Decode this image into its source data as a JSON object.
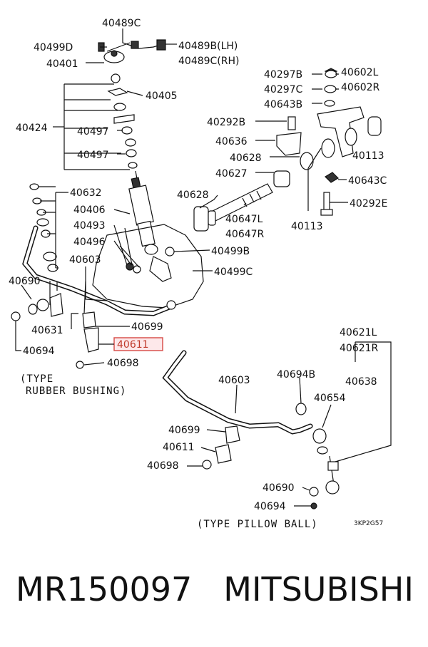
{
  "labels": {
    "l40489C_top": "40489C",
    "l40499D": "40499D",
    "l40489B": "40489B(LH)",
    "l40401": "40401",
    "l40489C_rh": "40489C(RH)",
    "l40405": "40405",
    "l40424": "40424",
    "l40497a": "40497",
    "l40497b": "40497",
    "l40297B": "40297B",
    "l40602L": "40602L",
    "l40297C": "40297C",
    "l40602R": "40602R",
    "l40643B": "40643B",
    "l40292B": "40292B",
    "l40636": "40636",
    "l40628a": "40628",
    "l40113a": "40113",
    "l40627": "40627",
    "l40643C": "40643C",
    "l40628b": "40628",
    "l40292E": "40292E",
    "l40647L": "40647L",
    "l40647R": "40647R",
    "l40113b": "40113",
    "l40632": "40632",
    "l40406": "40406",
    "l40493": "40493",
    "l40496": "40496",
    "l40499B": "40499B",
    "l40603a": "40603",
    "l40499C": "40499C",
    "l40690a": "40690",
    "l40631": "40631",
    "l40699a": "40699",
    "l40611a": "40611",
    "l40694a": "40694",
    "l40698a": "40698",
    "l40621L": "40621L",
    "l40621R": "40621R",
    "l40603b": "40603",
    "l40694B": "40694B",
    "l40638": "40638",
    "l40654": "40654",
    "l40699b": "40699",
    "l40611b": "40611",
    "l40698b": "40698",
    "l40690b": "40690",
    "l40694b": "40694"
  },
  "notes": {
    "rubber_line1": "(TYPE",
    "rubber_line2": "RUBBER BUSHING)",
    "pillow": "(TYPE PILLOW BALL)",
    "code": "3KP2G57"
  },
  "highlight_part": "40611",
  "highlight_color": "#d9534f",
  "footer": {
    "part_number": "MR150097",
    "brand": "MITSUBISHI"
  }
}
